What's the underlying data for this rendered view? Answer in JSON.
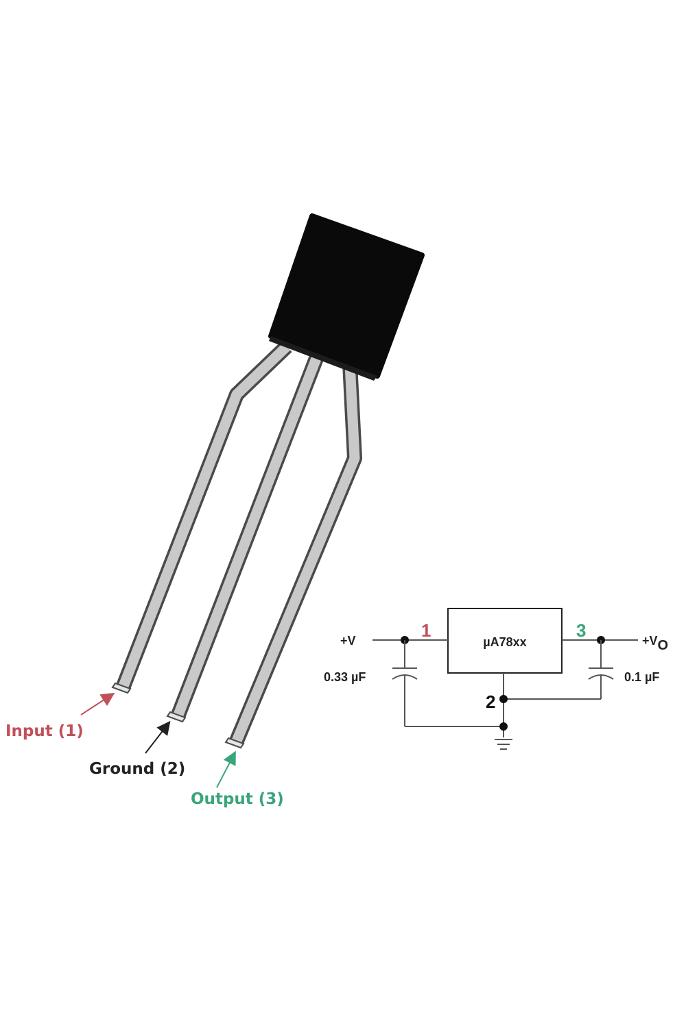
{
  "pins": {
    "input": {
      "label": "Input (1)",
      "color": "#c0505a"
    },
    "ground": {
      "label": "Ground (2)",
      "color": "#222222"
    },
    "output": {
      "label": "Output (3)",
      "color": "#3aa57a"
    }
  },
  "schematic": {
    "ic_label": "µA78xx",
    "input_voltage": "+V",
    "output_voltage_main": "+V",
    "output_voltage_sub": "O",
    "input_cap": "0.33 µF",
    "output_cap": "0.1 µF",
    "pin1": "1",
    "pin2": "2",
    "pin3": "3"
  }
}
